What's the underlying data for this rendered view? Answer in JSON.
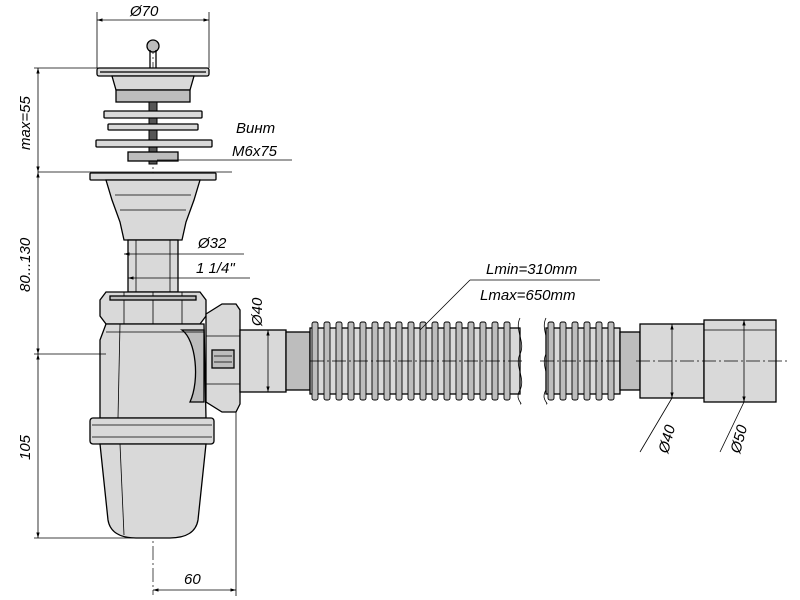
{
  "dimensions": {
    "d70": "Ø70",
    "max55": "max=55",
    "screw_name": "Винт",
    "screw_size": "M6x75",
    "range80_130": "80...130",
    "d32": "Ø32",
    "thread": "1 1/4\"",
    "d40_left": "Ø40",
    "lmin": "Lmin=310mm",
    "lmax": "Lmax=650mm",
    "height105": "105",
    "width60": "60",
    "d40_right": "Ø40",
    "d50": "Ø50"
  }
}
